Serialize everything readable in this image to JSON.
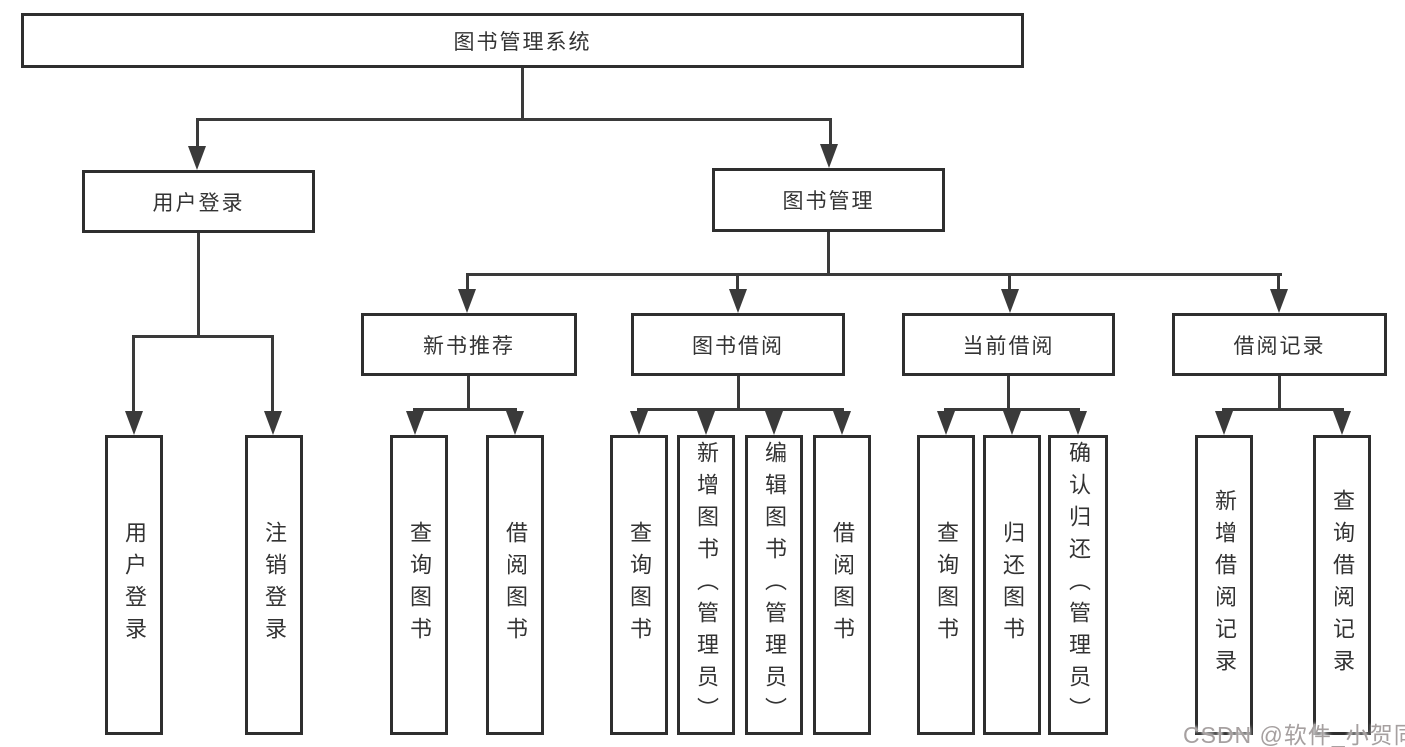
{
  "watermark": "CSDN @软件_小贺同学",
  "colors": {
    "line": "#3a3a3a",
    "box_border": "#2e2e2e",
    "text": "#333333",
    "background": "#ffffff",
    "watermark": "#a6a0a0"
  },
  "tree": {
    "label": "图书管理系统",
    "children": [
      {
        "label": "用户登录",
        "children": [
          {
            "label": "用户登录"
          },
          {
            "label": "注销登录"
          }
        ]
      },
      {
        "label": "图书管理",
        "children": [
          {
            "label": "新书推荐",
            "children": [
              {
                "label": "查询图书"
              },
              {
                "label": "借阅图书"
              }
            ]
          },
          {
            "label": "图书借阅",
            "children": [
              {
                "label": "查询图书"
              },
              {
                "label": "新增图书（管理员）"
              },
              {
                "label": "编辑图书（管理员）"
              },
              {
                "label": "借阅图书"
              }
            ]
          },
          {
            "label": "当前借阅",
            "children": [
              {
                "label": "查询图书"
              },
              {
                "label": "归还图书"
              },
              {
                "label": "确认归还（管理员）"
              }
            ]
          },
          {
            "label": "借阅记录",
            "children": [
              {
                "label": "新增借阅记录"
              },
              {
                "label": "查询借阅记录"
              }
            ]
          }
        ]
      }
    ]
  }
}
